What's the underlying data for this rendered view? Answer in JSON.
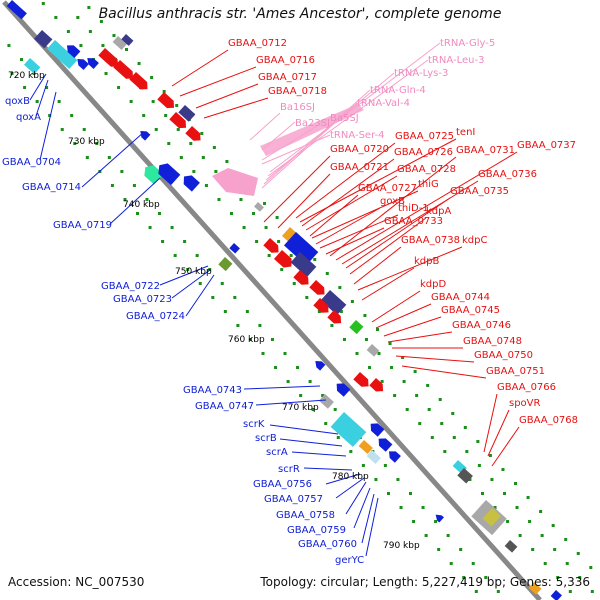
{
  "title": "Bacillus anthracis str. 'Ames Ancestor', complete genome",
  "accession": "Accession: NC_007530",
  "topology": "Topology: circular; Length: 5,227,419 bp; Genes: 5,336",
  "colors": {
    "backbone": "#888888",
    "dots": "#1a8f1a",
    "left_strand": "#1020d8",
    "right_strand": "#e81010",
    "rna": "#f7a2cc",
    "dark_gene": "#3a3a8a",
    "cyan_gene": "#3ad0e0",
    "grey_gene": "#a8a8a8"
  },
  "ticks": [
    "720 kbp",
    "730 kbp",
    "740 kbp",
    "750 kbp",
    "760 kbp",
    "770 kbp",
    "780 kbp",
    "790 kbp"
  ],
  "left_labels": [
    "qoxB",
    "qoxA",
    "GBAA_0704",
    "GBAA_0714",
    "GBAA_0719",
    "GBAA_0722",
    "GBAA_0723",
    "GBAA_0724",
    "GBAA_0743",
    "GBAA_0747",
    "scrK",
    "scrB",
    "scrA",
    "scrR",
    "GBAA_0756",
    "GBAA_0757",
    "GBAA_0758",
    "GBAA_0759",
    "GBAA_0760",
    "gerYC"
  ],
  "rna_labels": [
    "tRNA-Gly-5",
    "tRNA-Leu-3",
    "tRNA-Lys-3",
    "tRNA-Gln-4",
    "tRNA-Val-4",
    "Ba16SJ",
    "Ba5SJ",
    "Ba23SJ",
    "tRNA-Ser-4"
  ],
  "right_labels": [
    "GBAA_0712",
    "GBAA_0716",
    "GBAA_0717",
    "GBAA_0718",
    "GBAA_0720",
    "GBAA_0721",
    "GBAA_0725",
    "tenI",
    "GBAA_0726",
    "GBAA_0728",
    "GBAA_0727",
    "thiG",
    "goxB",
    "thiD-1",
    "GBAA_0733",
    "GBAA_0731",
    "GBAA_0737",
    "GBAA_0736",
    "GBAA_0735",
    "kdpA",
    "GBAA_0738",
    "kdpC",
    "kdpB",
    "kdpD",
    "GBAA_0744",
    "GBAA_0745",
    "GBAA_0746",
    "GBAA_0748",
    "GBAA_0750",
    "GBAA_0751",
    "GBAA_0766",
    "spoVR",
    "GBAA_0768"
  ]
}
